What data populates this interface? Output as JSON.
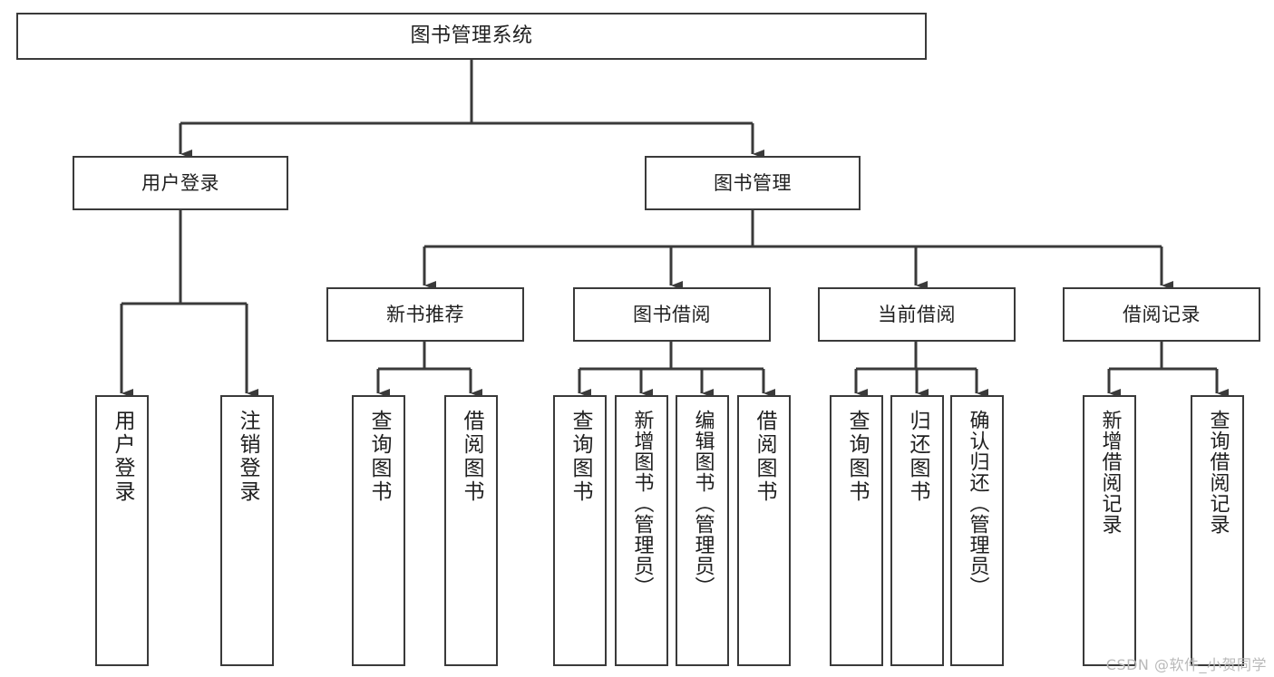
{
  "diagram": {
    "title": "图书管理系统",
    "type": "tree",
    "orientation": "top-down",
    "colors": {
      "box_border": "#3a3a3a",
      "box_fill": "#ffffff",
      "connector": "#3a3a3a",
      "text": "#1f1f1f",
      "watermark": "#b9b9b9",
      "background": "#ffffff"
    },
    "root": {
      "id": "root",
      "label": "图书管理系统",
      "text_direction": "horizontal"
    },
    "level2": [
      {
        "id": "user-login",
        "label": "用户登录",
        "text_direction": "horizontal"
      },
      {
        "id": "book-manage",
        "label": "图书管理",
        "text_direction": "horizontal"
      }
    ],
    "level3": [
      {
        "id": "new-book-recommend",
        "label": "新书推荐",
        "parent": "book-manage",
        "text_direction": "horizontal"
      },
      {
        "id": "book-borrow",
        "label": "图书借阅",
        "parent": "book-manage",
        "text_direction": "horizontal"
      },
      {
        "id": "current-borrow",
        "label": "当前借阅",
        "parent": "book-manage",
        "text_direction": "horizontal"
      },
      {
        "id": "borrow-record",
        "label": "借阅记录",
        "parent": "book-manage",
        "text_direction": "horizontal"
      }
    ],
    "leaves": [
      {
        "id": "leaf-user-login",
        "label": "用户登录",
        "parent": "user-login",
        "text_direction": "vertical"
      },
      {
        "id": "leaf-logout",
        "label": "注销登录",
        "parent": "user-login",
        "text_direction": "vertical"
      },
      {
        "id": "leaf-query-book-1",
        "label": "查询图书",
        "parent": "new-book-recommend",
        "text_direction": "vertical"
      },
      {
        "id": "leaf-borrow-book-1",
        "label": "借阅图书",
        "parent": "new-book-recommend",
        "text_direction": "vertical"
      },
      {
        "id": "leaf-query-book-2",
        "label": "查询图书",
        "parent": "book-borrow",
        "text_direction": "vertical"
      },
      {
        "id": "leaf-add-book",
        "label": "新增图书（管理员）",
        "parent": "book-borrow",
        "text_direction": "vertical"
      },
      {
        "id": "leaf-edit-book",
        "label": "编辑图书（管理员）",
        "parent": "book-borrow",
        "text_direction": "vertical"
      },
      {
        "id": "leaf-borrow-book-2",
        "label": "借阅图书",
        "parent": "book-borrow",
        "text_direction": "vertical"
      },
      {
        "id": "leaf-query-book-3",
        "label": "查询图书",
        "parent": "current-borrow",
        "text_direction": "vertical"
      },
      {
        "id": "leaf-return-book",
        "label": "归还图书",
        "parent": "current-borrow",
        "text_direction": "vertical"
      },
      {
        "id": "leaf-confirm-return",
        "label": "确认归还（管理员）",
        "parent": "current-borrow",
        "text_direction": "vertical"
      },
      {
        "id": "leaf-add-record",
        "label": "新增借阅记录",
        "parent": "borrow-record",
        "text_direction": "vertical"
      },
      {
        "id": "leaf-query-record",
        "label": "查询借阅记录",
        "parent": "borrow-record",
        "text_direction": "vertical"
      }
    ]
  },
  "watermark": {
    "text": "CSDN @软件_小贺同学"
  }
}
